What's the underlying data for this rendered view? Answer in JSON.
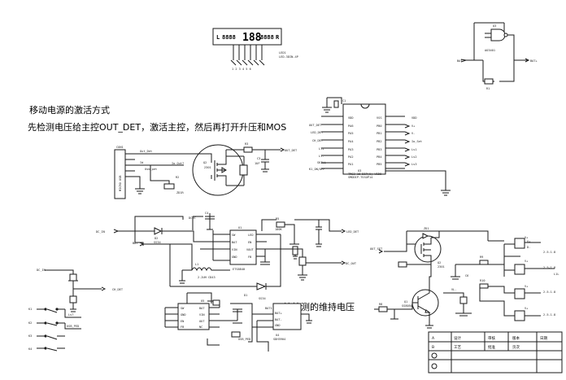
{
  "notes": {
    "title": "移动电源的激活方式",
    "activation": "先检测电压给主控OUT_DET，激活主控，然后再打开升压和MOS",
    "hold": "给检测的维持电压"
  },
  "display": {
    "left_letter": "L",
    "left_digits": "8888",
    "center_digits": "188",
    "right_digits": "8888",
    "right_letter": "R",
    "ref": "LED1",
    "part": "LED-3DIN-4P"
  },
  "net_labels": {
    "out_det": "OUT_DET",
    "dc_in": "DC_IN",
    "bat": "BAT",
    "dcdc": "DCDC",
    "led_det": "LED_DET",
    "dc_out": "DC_OUT",
    "out_set": "OUT_SET",
    "ch_det": "CH_DET",
    "usb_ped": "USB_PED",
    "usb_plus": "USB_PED"
  },
  "parts": {
    "u1": "U1",
    "u1_name": "ETS8840",
    "u3": "U3",
    "u3_name": "TMS2-18 DIP(U)-VID8",
    "u5": "U5",
    "q1": "Q1",
    "q1_name": "SS8050",
    "q2": "Q2",
    "q2_name": "2301",
    "q2b": "Q2",
    "q3": "Q3",
    "q3_name": "AO3401",
    "l1": "L1",
    "l1_val": "2.2UH CD43",
    "d1": "D1",
    "d1_name": "SS34",
    "d2": "D2",
    "d2_name": "SS34",
    "conn": "CON1",
    "conn_name": "MICRO USB"
  },
  "title_block": {
    "col1": "设计",
    "col2": "审核",
    "col3": "版本",
    "col4": "日期",
    "row2a": "工艺",
    "row2b": "批准",
    "row2c": "页次",
    "mark_a": "A",
    "mark_b": "B"
  }
}
